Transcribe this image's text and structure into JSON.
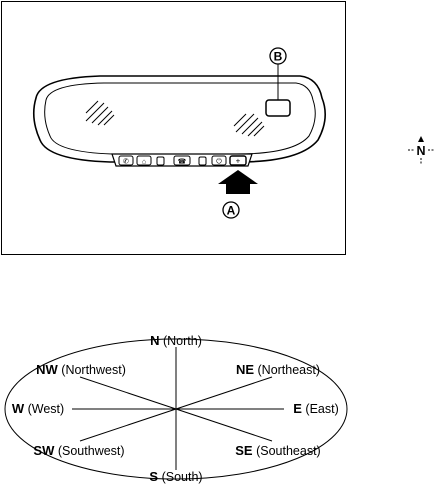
{
  "figure": {
    "callouts": {
      "a": "A",
      "b": "B"
    },
    "mirror_buttons": [
      "phone-icon",
      "home-icon",
      "indicator-icon",
      "home-phone-icon",
      "indicator-icon",
      "power-icon",
      "compass-toggle-icon"
    ],
    "compass_display_icon": "N",
    "compass_directions": [
      {
        "code": "N",
        "name": "(North)"
      },
      {
        "code": "NE",
        "name": "(Northeast)"
      },
      {
        "code": "E",
        "name": "(East)"
      },
      {
        "code": "SE",
        "name": "(Southeast)"
      },
      {
        "code": "S",
        "name": "(South)"
      },
      {
        "code": "SW",
        "name": "(Southwest)"
      },
      {
        "code": "W",
        "name": "(West)"
      },
      {
        "code": "NW",
        "name": "(Northwest)"
      }
    ]
  }
}
